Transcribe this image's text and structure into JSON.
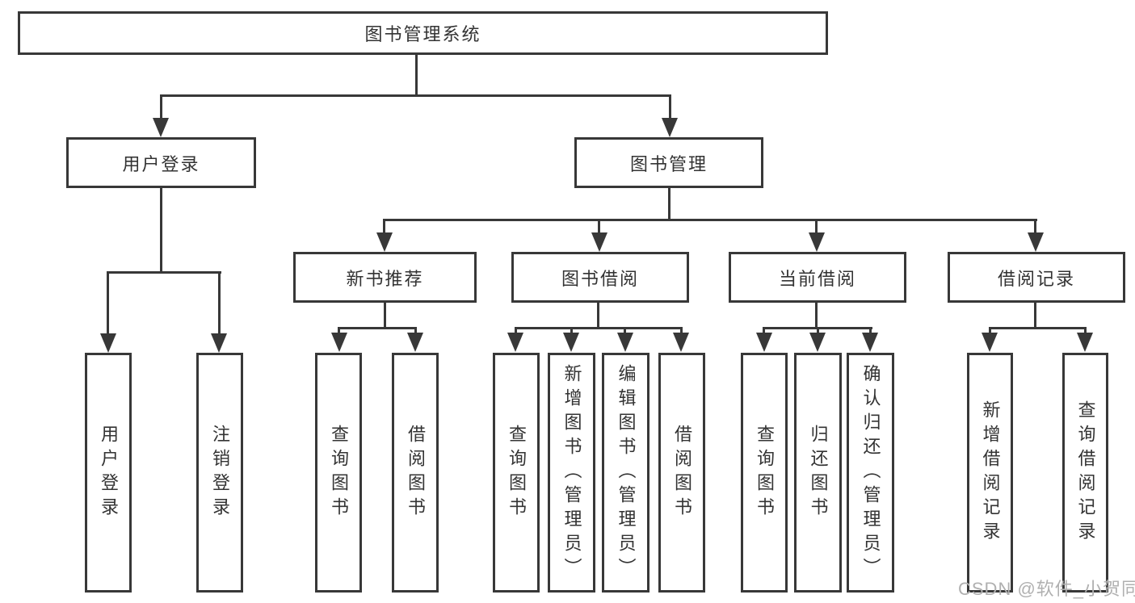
{
  "nodes": {
    "root": "图书管理系统",
    "l2": [
      "用户登录",
      "图书管理"
    ],
    "l3": [
      "新书推荐",
      "图书借阅",
      "当前借阅",
      "借阅记录"
    ],
    "g1": [
      "用户登录",
      "注销登录"
    ],
    "g2": [
      "查询图书",
      "借阅图书"
    ],
    "g3": [
      "查询图书",
      "新增图书（管理员）",
      "编辑图书（管理员）",
      "借阅图书"
    ],
    "g4": [
      "查询图书",
      "归还图书",
      "确认归还（管理员）"
    ],
    "g5": [
      "新增借阅记录",
      "查询借阅记录"
    ]
  },
  "watermark": "CSDN @软件_小贺同学",
  "colors": {
    "line": "#383838",
    "text": "#333333",
    "watermark": "#b0b0b0",
    "background": "#ffffff"
  }
}
